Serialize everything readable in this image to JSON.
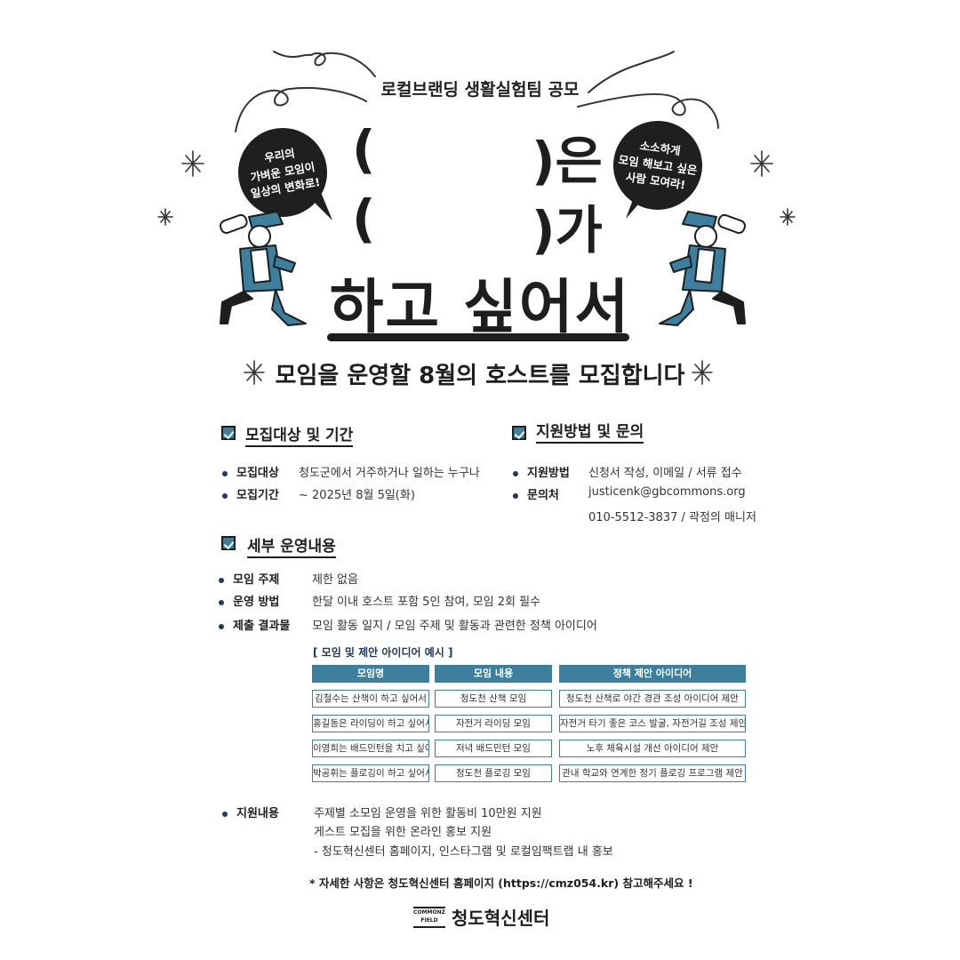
{
  "header": {
    "subtitle": "로컬브랜딩 생활실험팀 공모",
    "left_bubble": [
      "우리의",
      "가벼운 모임이",
      "일상의 변화로!"
    ],
    "right_bubble": [
      "소소하게",
      "모임 해보고 싶은",
      "사람 모여라!"
    ],
    "line1_open": "(",
    "line1_close": ")은",
    "line2_open": "(",
    "line2_close": ")가",
    "headline": "하고 싶어서",
    "hosting": "모임을 운영할 8월의 호스트를 모집합니다"
  },
  "recruit": {
    "title": "모집대상 및 기간",
    "rows": [
      {
        "label": "모집대상",
        "value": "청도군에서 거주하거나 일하는 누구나"
      },
      {
        "label": "모집기간",
        "value": "~ 2025년 8월 5일(화)"
      }
    ]
  },
  "apply": {
    "title": "지원방법 및 문의",
    "rows": [
      {
        "label": "지원방법",
        "value": "신청서 작성, 이메일 / 서류 접수"
      },
      {
        "label": "문의처",
        "value": "justicenk@gbcommons.org"
      }
    ],
    "phone": "010-5512-3837 / 곽정의 매니저"
  },
  "details": {
    "title": "세부 운영내용",
    "rows": [
      {
        "label": "모임 주제",
        "value": "제한 없음"
      },
      {
        "label": "운영 방법",
        "value": "한달 이내 호스트 포함 5인 참여, 모임 2회 필수"
      },
      {
        "label": "제출 결과물",
        "value": "모임 활동 일지 / 모임 주제 및 활동과 관련한 정책 아이디어"
      }
    ]
  },
  "table": {
    "caption": "[ 모임 및 제안 아이디어 예시 ]",
    "headers": [
      "모임명",
      "모임 내용",
      "정책 제안 아이디어"
    ],
    "rows": [
      [
        "김철수는 산책이 하고 싶어서",
        "청도천 산책 모임",
        "청도천 산책로 야간 경관 조성 아이디어 제안"
      ],
      [
        "홍길동은 라이딩이 하고 싶어서",
        "자전거 라이딩 모임",
        "자전거 타기 좋은 코스 발굴, 자전거길 조성 제안"
      ],
      [
        "이영희는 배드민턴을 치고 싶어서",
        "저녁 배드민턴 모임",
        "노후 체육시설 개선 아이디어 제안"
      ],
      [
        "박공휘는 플로깅이 하고 싶어서",
        "청도천 플로깅 모임",
        "관내 학교와 연계한 정기 플로깅 프로그램 제안"
      ]
    ]
  },
  "support": {
    "label": "지원내용",
    "lines": [
      "주제별 소모임 운영을 위한 활동비 10만원 지원",
      "게스트 모집을 위한 온라인 홍보 지원",
      "- 청도혁신센터 홈페이지, 인스타그램 및 로컬임팩트랩 내 홍보"
    ]
  },
  "note": "*  자세한 사항은 청도혁신센터 홈페이지 (https://cmz054.kr) 참고해주세요 !",
  "footer": {
    "logo_top": "COMMONZ",
    "logo_bottom": "FIELD",
    "name": "청도혁신센터"
  },
  "colors": {
    "accent": "#3d7f9e",
    "ink": "#1e1e1e",
    "navy": "#1e3a60"
  }
}
